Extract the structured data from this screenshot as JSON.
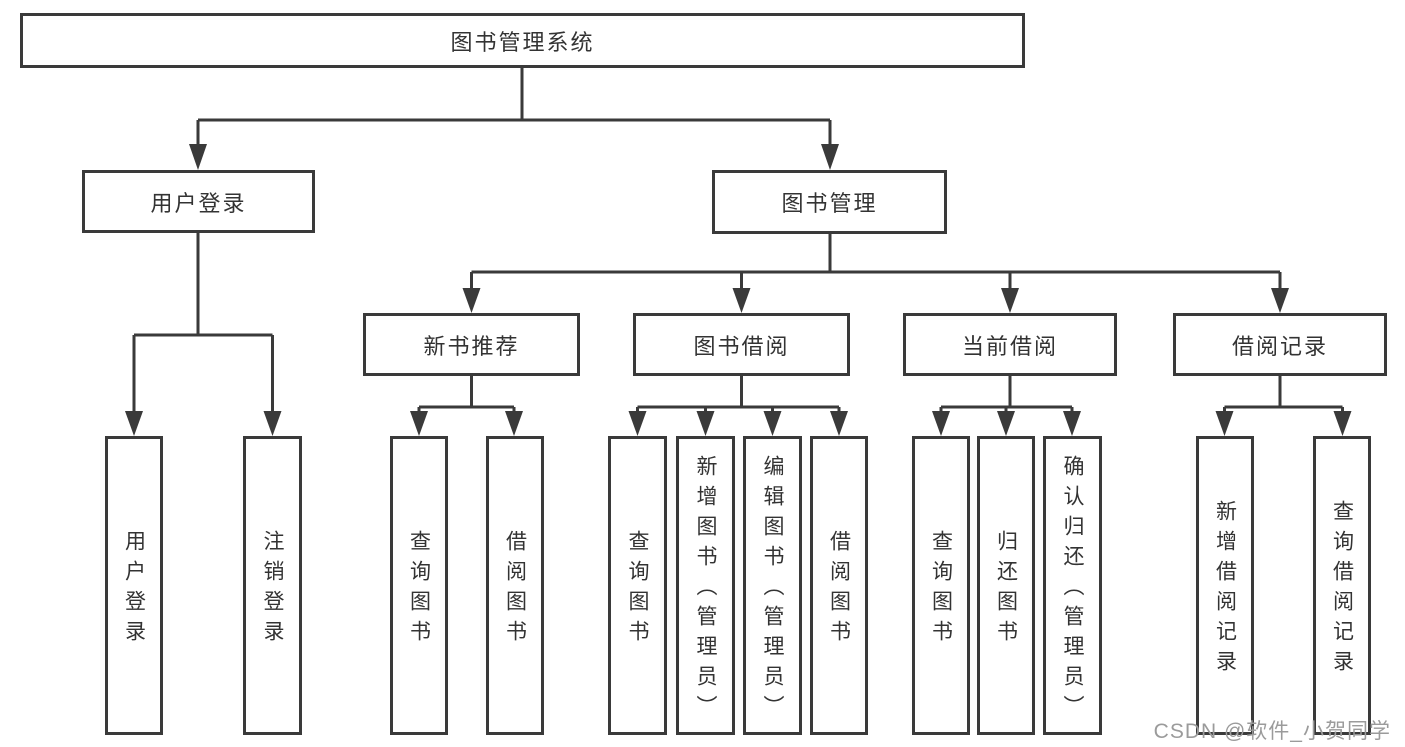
{
  "tree": {
    "root": {
      "label": "图书管理系统",
      "children": [
        {
          "label": "用户登录",
          "children": [
            {
              "label": "用户登录"
            },
            {
              "label": "注销登录"
            }
          ]
        },
        {
          "label": "图书管理",
          "children": [
            {
              "label": "新书推荐",
              "children": [
                {
                  "label": "查询图书"
                },
                {
                  "label": "借阅图书"
                }
              ]
            },
            {
              "label": "图书借阅",
              "children": [
                {
                  "label": "查询图书"
                },
                {
                  "label": "新增图书（管理员）"
                },
                {
                  "label": "编辑图书（管理员）"
                },
                {
                  "label": "借阅图书"
                }
              ]
            },
            {
              "label": "当前借阅",
              "children": [
                {
                  "label": "查询图书"
                },
                {
                  "label": "归还图书"
                },
                {
                  "label": "确认归还（管理员）"
                }
              ]
            },
            {
              "label": "借阅记录",
              "children": [
                {
                  "label": "新增借阅记录"
                },
                {
                  "label": "查询借阅记录"
                }
              ]
            }
          ]
        }
      ]
    }
  },
  "watermark": {
    "text": "CSDN @软件_小贺同学"
  },
  "colors": {
    "line": "#3a3a3a",
    "text": "#333333",
    "background": "#ffffff",
    "watermark": "#9b9b9b"
  }
}
